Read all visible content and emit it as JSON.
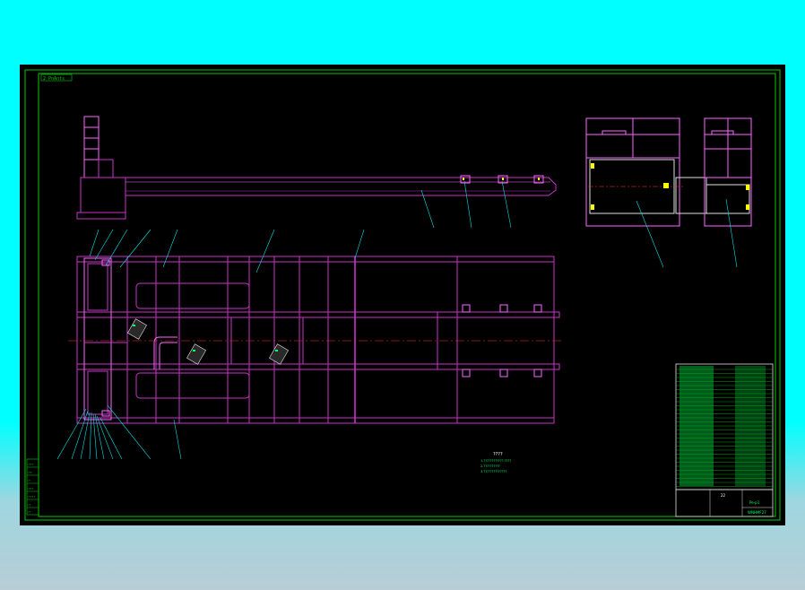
{
  "drawing": {
    "corner_tag": "2 PnAnts",
    "center_note_title": "????",
    "center_note_lines": [
      "1.???????????? ????",
      "2.??????????",
      "3.??????????????"
    ],
    "title_block": {
      "drawing_name": "22",
      "material": "Pe-p1",
      "code": "WNHMF27"
    },
    "revision_labels": [
      "????",
      "???",
      "??",
      "????",
      "?????",
      "??",
      "??"
    ],
    "colors": {
      "frame": "#00cc00",
      "structure": "#cc33cc",
      "highlight": "#ff66ff",
      "leader": "#00e5e5",
      "centerline": "#ff3333",
      "detail": "#ffff00",
      "text": "#ffffff"
    }
  }
}
